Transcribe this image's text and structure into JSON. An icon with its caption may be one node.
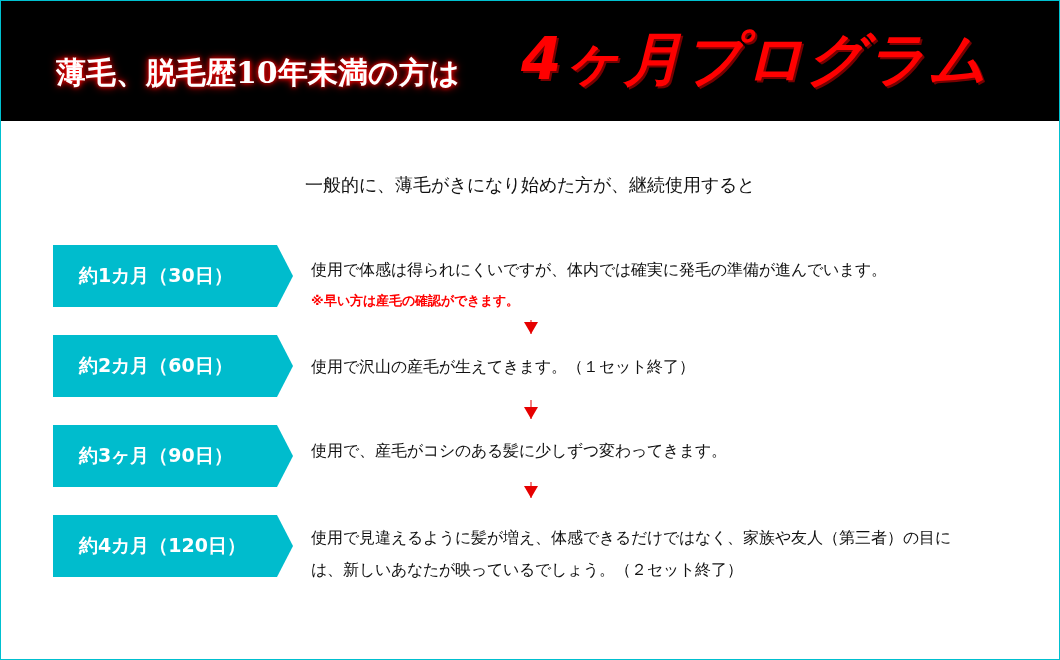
{
  "diagram": {
    "nodes": [
      {
        "text": [
          "薄毛、脱毛歴10年未満の方は",
          "4ヶ月プログラム"
        ]
      },
      {
        "text": [
          "約1カ月（30日）"
        ]
      },
      {
        "text": [
          "使用で体感は得られにくいですが、体内では確実に発毛の準備が進んでいます。",
          "※早い方は産毛の確認ができます。"
        ]
      },
      {
        "text": [
          "約2カ月（60日）"
        ]
      },
      {
        "text": [
          "使用で沢山の産毛が生えてきます。（１セット終了）"
        ]
      },
      {
        "text": [
          "約3ヶ月（90日）"
        ]
      },
      {
        "text": [
          "使用で、産毛がコシのある髪に少しずつ変わってきます。"
        ]
      },
      {
        "text": [
          "約4カ月（120日）"
        ]
      },
      {
        "text": [
          "使用で見違えるように髪が増え、体感できるだけではなく、家族や友人（第三者）の目には、新しいあなたが映っているでしょう。（２セット終了）"
        ]
      }
    ],
    "edges": [
      {
        "from": 2,
        "to": 4,
        "arrow": "to",
        "color": "#e60000"
      },
      {
        "from": 4,
        "to": 6,
        "arrow": "to",
        "color": "#e60000"
      },
      {
        "from": 6,
        "to": 8,
        "arrow": "to",
        "color": "#e60000"
      }
    ],
    "labels": [
      "一般的に、薄毛がきになり始めた方が、継続使用すると"
    ]
  }
}
